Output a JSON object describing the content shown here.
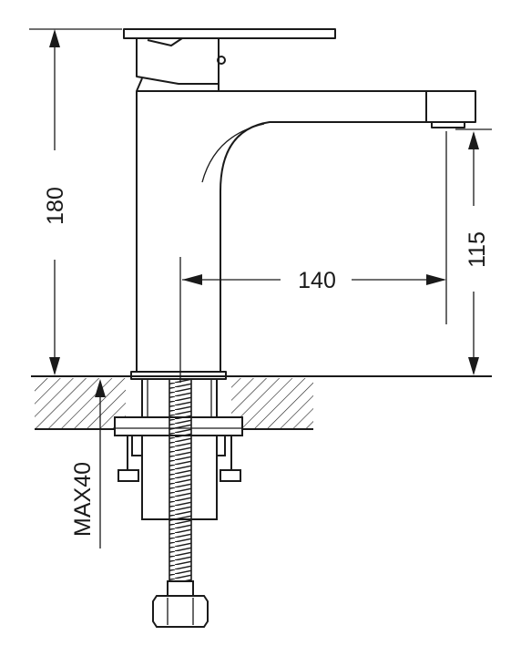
{
  "dimensions": {
    "height_total": "180",
    "spout_reach": "140",
    "spout_height": "115",
    "max_deck_thickness": "MAX40"
  },
  "colors": {
    "line": "#1a1a1a",
    "background": "#ffffff"
  }
}
